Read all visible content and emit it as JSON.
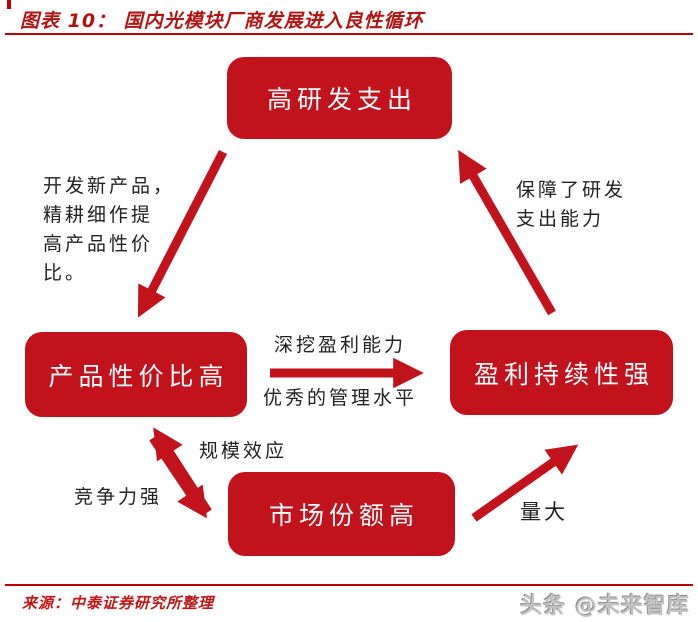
{
  "header": {
    "title": "图表 10： 国内光模块厂商发展进入良性循环"
  },
  "diagram": {
    "nodes": {
      "high_rd": {
        "label": "高研发支出"
      },
      "cost_perf": {
        "label": "产品性价比高"
      },
      "profit": {
        "label": "盈利持续性强"
      },
      "market_share": {
        "label": "市场份额高"
      }
    },
    "edge_labels": {
      "develop": "开发新产品，\n精耕细作提\n高产品性价\n比。",
      "guarantee": "保障了研发\n支出能力",
      "deep_profit": "深挖盈利能力",
      "management": "优秀的管理水平",
      "scale_effect": "规模效应",
      "competitiveness": "竞争力强",
      "volume": "量大"
    }
  },
  "footer": {
    "source": "来源：中泰证券研究所整理",
    "watermark": "头条 @未来智库"
  },
  "colors": {
    "box_red": "#c2121c",
    "title_red": "#b31412",
    "rule_red": "#c00000",
    "label_black": "#222222",
    "watermark_gray": "#c2c2c2"
  }
}
